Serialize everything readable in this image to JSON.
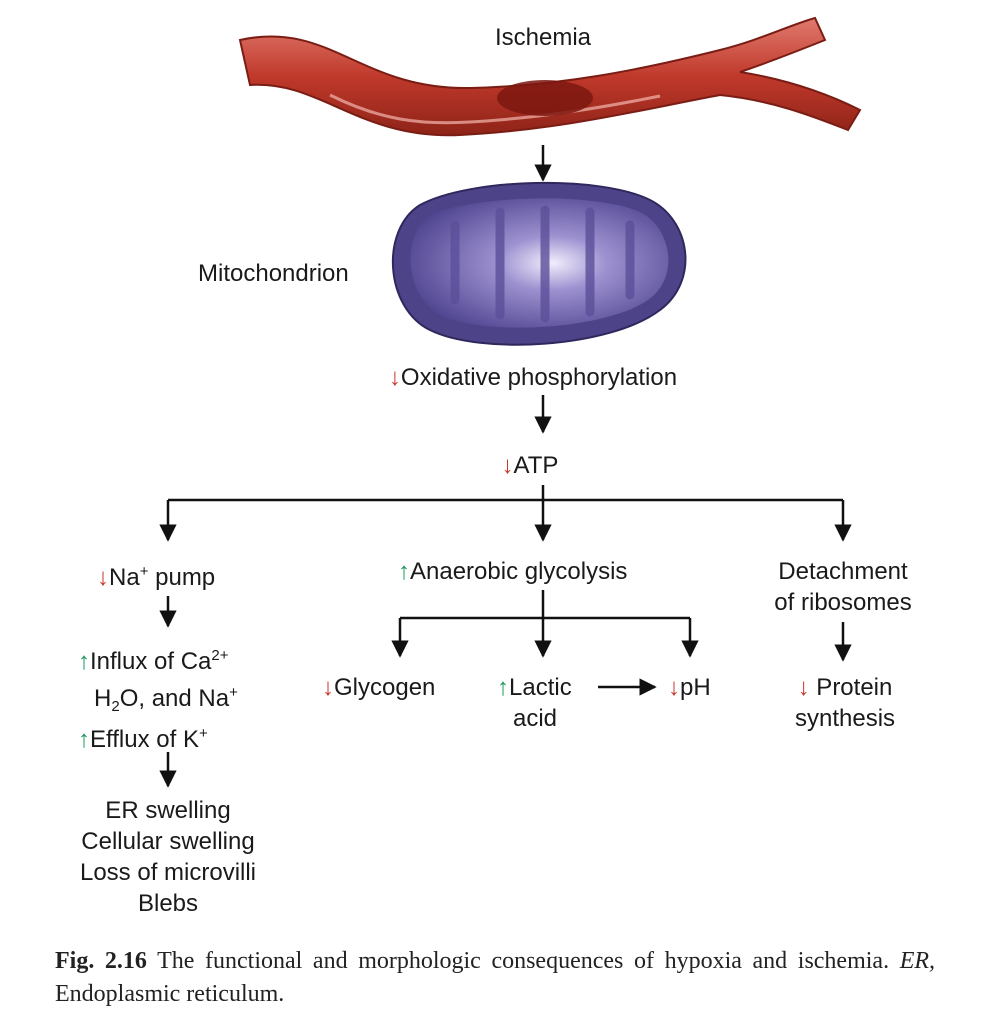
{
  "labels": {
    "ischemia": "Ischemia",
    "mitochondrion": "Mitochondrion",
    "oxphos": "Oxidative phosphorylation",
    "atp": "ATP",
    "na_pump": "Na",
    "na_pump_sup": "+",
    "na_pump_rest": " pump",
    "anaerobic": "Anaerobic glycolysis",
    "detach_1": "Detachment",
    "detach_2": "of ribosomes",
    "influx_a": "Influx of Ca",
    "influx_a_sup": "2+",
    "influx_b1": "H",
    "influx_b_sub": "2",
    "influx_b2": "O, and Na",
    "influx_b_sup": "+",
    "efflux": "Efflux of K",
    "efflux_sup": "+",
    "glycogen": "Glycogen",
    "lactic_1": "Lactic",
    "lactic_2": "acid",
    "ph": "pH",
    "protein_1": "Protein",
    "protein_2": "synthesis",
    "outcome_1": "ER swelling",
    "outcome_2": "Cellular swelling",
    "outcome_3": "Loss of microvilli",
    "outcome_4": "Blebs"
  },
  "caption": {
    "fig": "Fig. 2.16",
    "text": " The functional and morphologic consequences of hypoxia and ischemia. ",
    "abbr": "ER,",
    "abbr_def": " Endoplasmic reticulum."
  },
  "colors": {
    "up_arrow": "#1e9a5c",
    "down_arrow": "#c8372d",
    "vessel": "#c0392b",
    "mitochondrion": "#6b5fa8"
  }
}
